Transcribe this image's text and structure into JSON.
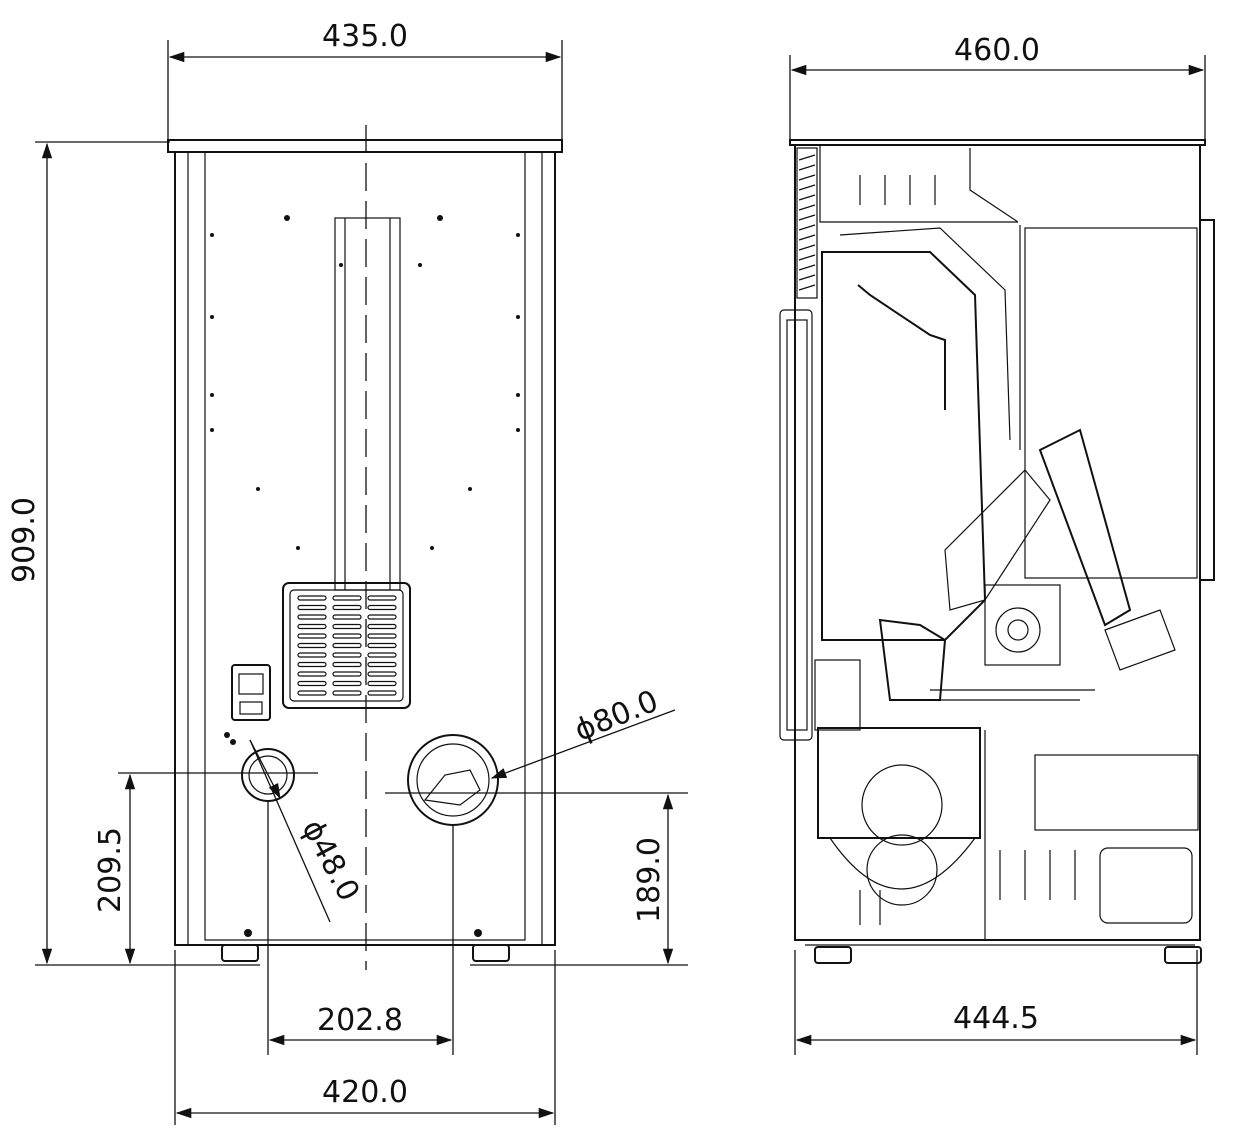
{
  "title": "Pellet stove dimension drawing",
  "front_view": {
    "width_top": "435.0",
    "height_total": "909.0",
    "small_outlet_height": "209.5",
    "large_outlet_height": "189.0",
    "outlet_spacing": "202.8",
    "width_base": "420.0",
    "large_outlet_diameter": "ϕ80.0",
    "small_outlet_diameter": "ϕ48.0"
  },
  "side_view": {
    "depth_top": "460.0",
    "depth_base": "444.5"
  },
  "colors": {
    "line": "#111111",
    "background": "#ffffff"
  }
}
